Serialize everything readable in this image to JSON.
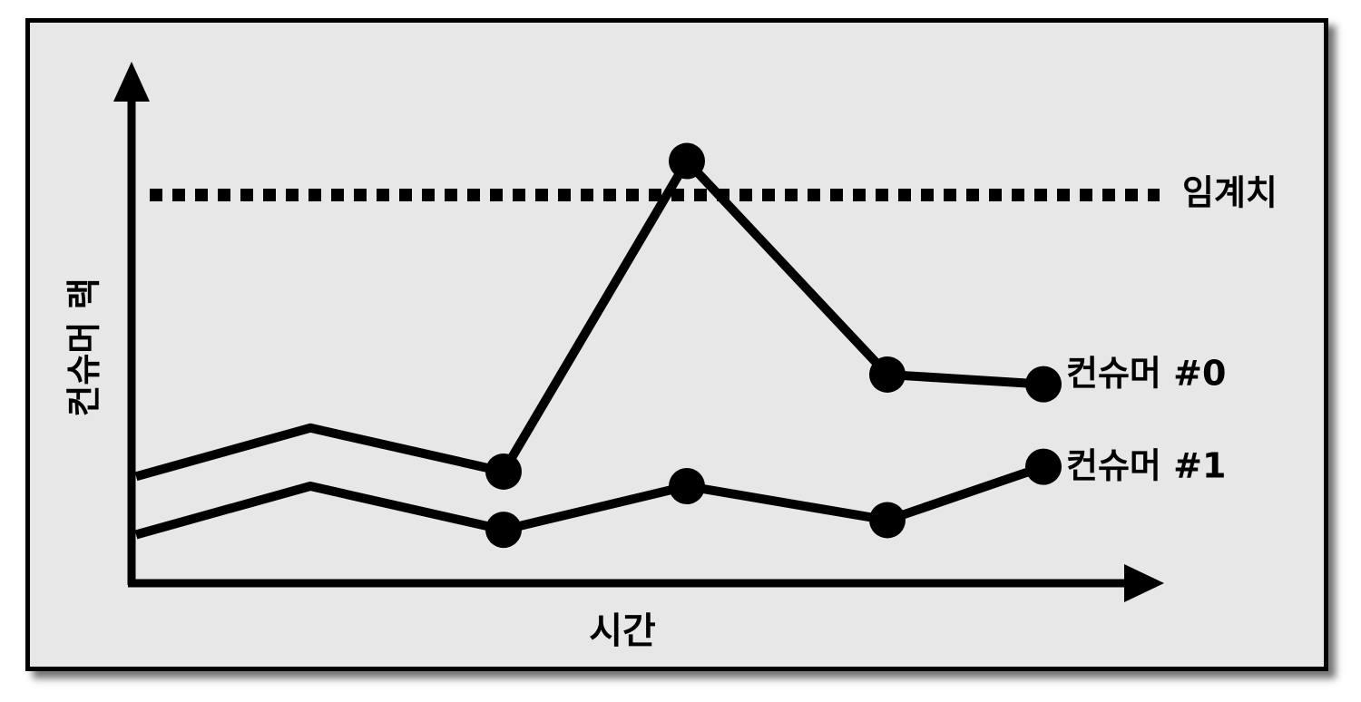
{
  "chart_data": {
    "type": "line",
    "title": "",
    "xlabel": "시간",
    "ylabel": "컨슈머 랙",
    "x": [
      1,
      2,
      3,
      4,
      5,
      6
    ],
    "xlim": [
      0,
      6
    ],
    "ylim": [
      0,
      100
    ],
    "grid": false,
    "threshold": {
      "label": "임계치",
      "value": 80,
      "style": "dotted"
    },
    "series": [
      {
        "name": "컨슈머 #0",
        "values": [
          22,
          32,
          23,
          87,
          43,
          41
        ]
      },
      {
        "name": "컨슈머 #1",
        "values": [
          10,
          20,
          11,
          20,
          13,
          24
        ]
      }
    ],
    "markers_on_points": [
      2,
      3,
      4,
      5
    ],
    "colors": {
      "background": "#e7e7e7",
      "lines": "#000000"
    }
  }
}
